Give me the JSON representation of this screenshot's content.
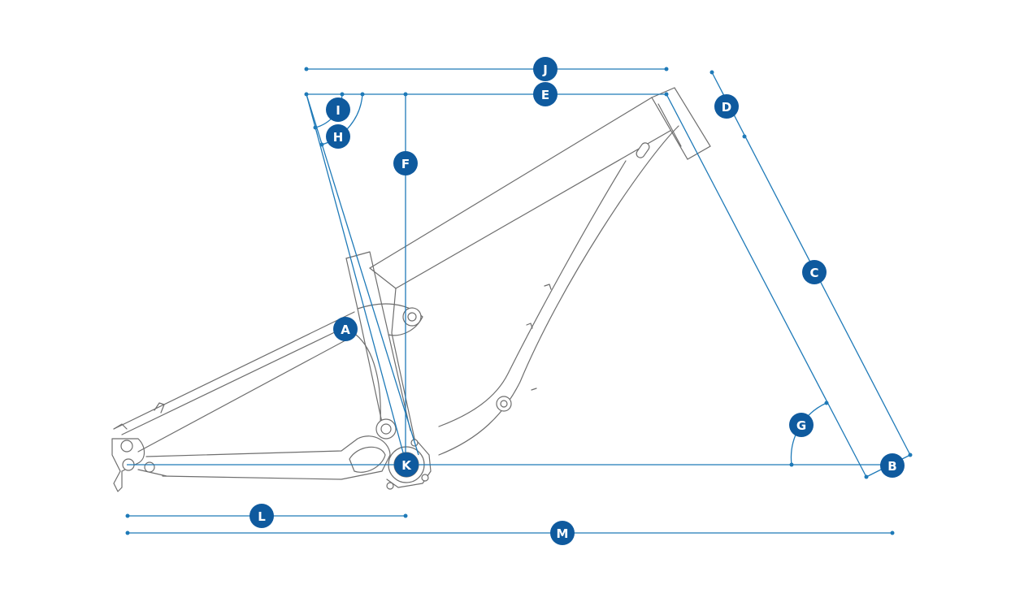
{
  "colors": {
    "dimension_line": "#1f7ab8",
    "badge": "#0f5a9e",
    "badge_text": "#ffffff",
    "frame_outline": "#6e6e6e",
    "background": "#ffffff"
  },
  "labels": {
    "A": "A",
    "B": "B",
    "C": "C",
    "D": "D",
    "E": "E",
    "F": "F",
    "G": "G",
    "H": "H",
    "I": "I",
    "J": "J",
    "K": "K",
    "L": "L",
    "M": "M"
  }
}
